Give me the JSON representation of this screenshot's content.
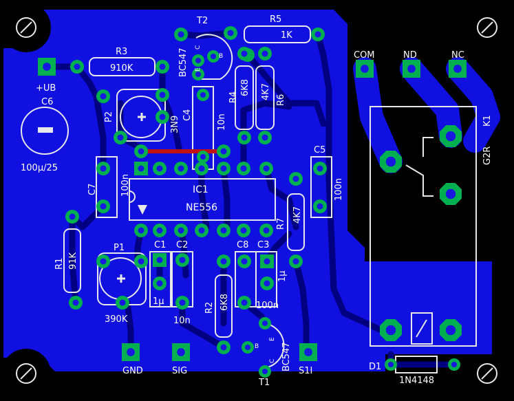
{
  "colors": {
    "board": "#000000",
    "copper": "#1010e0",
    "trace": "#000080",
    "pad_ring": "#00b050",
    "pad_hole": "#1818e0",
    "silk": "#e8e8e8",
    "bridge": "#c01010"
  },
  "labels": {
    "t2": "T2",
    "r5": "R5",
    "r5_value": "1K",
    "r3": "R3",
    "r3_value": "910K",
    "t2_type": "BC547",
    "t2_pin_c": "C",
    "t2_pin_b": "B",
    "t2_pin_e": "E",
    "ub": "+UB",
    "c6": "C6",
    "c6_value": "100μ/25",
    "p2": "P2",
    "c4": "C4",
    "c4_value_a": "3N9",
    "c4_value_b": "10n",
    "r4": "R4",
    "r4_value": "6K8",
    "r6": "R6",
    "r6_value": "4K7",
    "com": "COM",
    "nd": "ND",
    "nc": "NC",
    "k1": "K1",
    "k1_type": "G2R",
    "c7": "C7",
    "c7_value": "100n",
    "ic1": "IC1",
    "ic1_type": "NE556",
    "c5": "C5",
    "c5_value": "100n",
    "r7": "R7",
    "r7_value": "4K7",
    "r1": "R1",
    "r1_value": "91K",
    "p1": "P1",
    "p1_value": "390K",
    "c1": "C1",
    "c1_value": "1μ",
    "c2": "C2",
    "c2_value": "10n",
    "c8": "C8",
    "c3": "C3",
    "c3_value": "1μ",
    "c8_value": "100n",
    "r2": "R2",
    "r2_value": "6K8",
    "t1_pin_e": "E",
    "t1_pin_b": "B",
    "t1_pin_c": "C",
    "t1_type": "BC547",
    "t1": "T1",
    "gnd": "GND",
    "sig": "SIG",
    "s1i": "S1I",
    "d1": "D1",
    "d1_type": "1N4148"
  }
}
